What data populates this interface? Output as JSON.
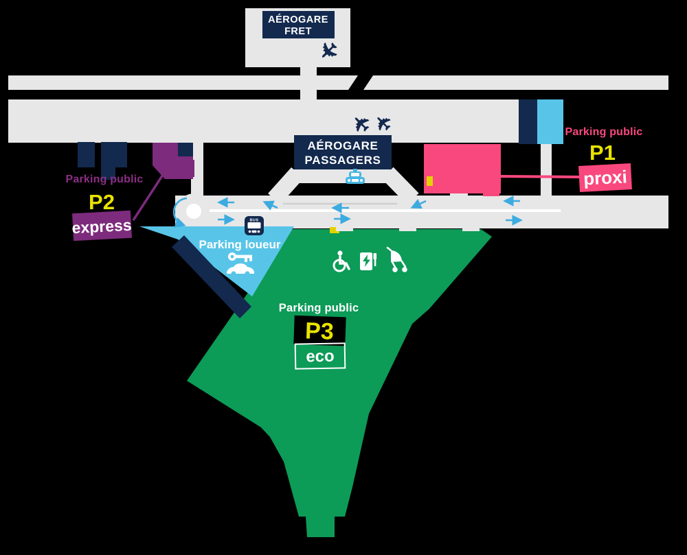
{
  "colors": {
    "background": "#000000",
    "road": "#e7e7e8",
    "navy": "#13294e",
    "pink": "#f9487d",
    "purple": "#7d2b7c",
    "purple_text": "#8c2e85",
    "green": "#0d9b58",
    "light_blue": "#58c5e8",
    "icon_blue": "#47b7e3",
    "arrow_blue": "#3dabdf",
    "yellow": "#e9e300",
    "marker_yellow": "#e4d200",
    "white": "#ffffff",
    "black": "#000000"
  },
  "terminals": {
    "fret": {
      "line1": "AÉROGARE",
      "line2": "FRET"
    },
    "passagers": {
      "line1": "AÉROGARE",
      "line2": "PASSAGERS"
    }
  },
  "parkings": {
    "p1": {
      "category": "Parking public",
      "code": "P1",
      "tier": "proxi"
    },
    "p2": {
      "category": "Parking public",
      "code": "P2",
      "tier": "express"
    },
    "p3": {
      "category": "Parking public",
      "code": "P3",
      "tier": "eco"
    },
    "loueur": {
      "label": "Parking loueur"
    }
  },
  "icons": {
    "plane_glyph": "✈",
    "bus_label": "BUS"
  }
}
